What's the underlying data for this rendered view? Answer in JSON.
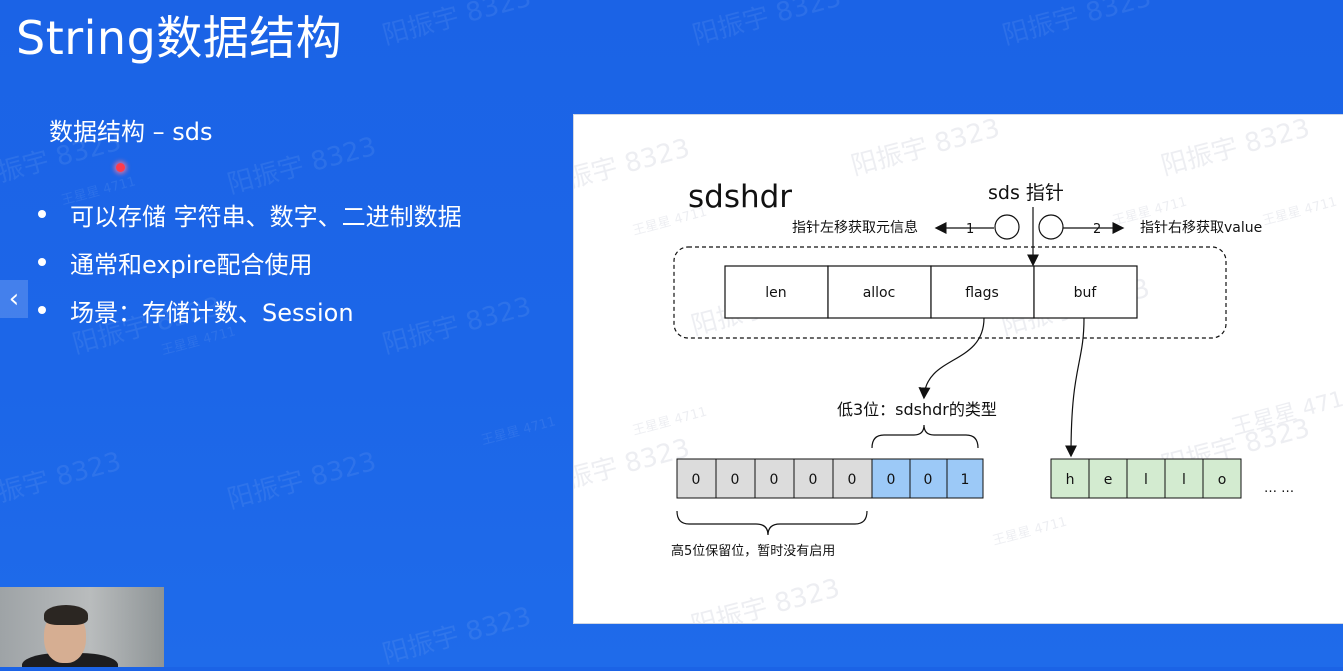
{
  "slide": {
    "title": "String数据结构",
    "subheading": "数据结构 – sds",
    "bullets": [
      "可以存储 字符串、数字、二进制数据",
      "通常和expire配合使用",
      "场景：存储计数、Session"
    ],
    "nav_prev": "‹",
    "nav_next": "›"
  },
  "diagram": {
    "struct_label": "sdshdr",
    "pointer_label": "sds 指针",
    "left_move_label": "指针左移获取元信息",
    "left_step": "1",
    "right_move_label": "指针右移获取value",
    "right_step": "2",
    "fields": [
      "len",
      "alloc",
      "flags",
      "buf"
    ],
    "low_bits_label": "低3位：sdshdr的类型",
    "flag_bits": [
      "0",
      "0",
      "0",
      "0",
      "0",
      "0",
      "0",
      "1"
    ],
    "high_bits_label": "高5位保留位，暂时没有启用",
    "buf_chars": [
      "h",
      "e",
      "l",
      "l",
      "o"
    ],
    "buf_ellipsis": "… …"
  },
  "watermarks": {
    "big": "阳振宇 8323",
    "small": "王星星 4711"
  },
  "colors": {
    "background": "#1c66e8",
    "bit_reserved": "#dcdcdc",
    "bit_type": "#9cc9f7",
    "buf_cell": "#d3ebd0"
  },
  "icons": {
    "webcam": "presenter-video-thumbnail",
    "laser": "laser-pointer-dot"
  }
}
